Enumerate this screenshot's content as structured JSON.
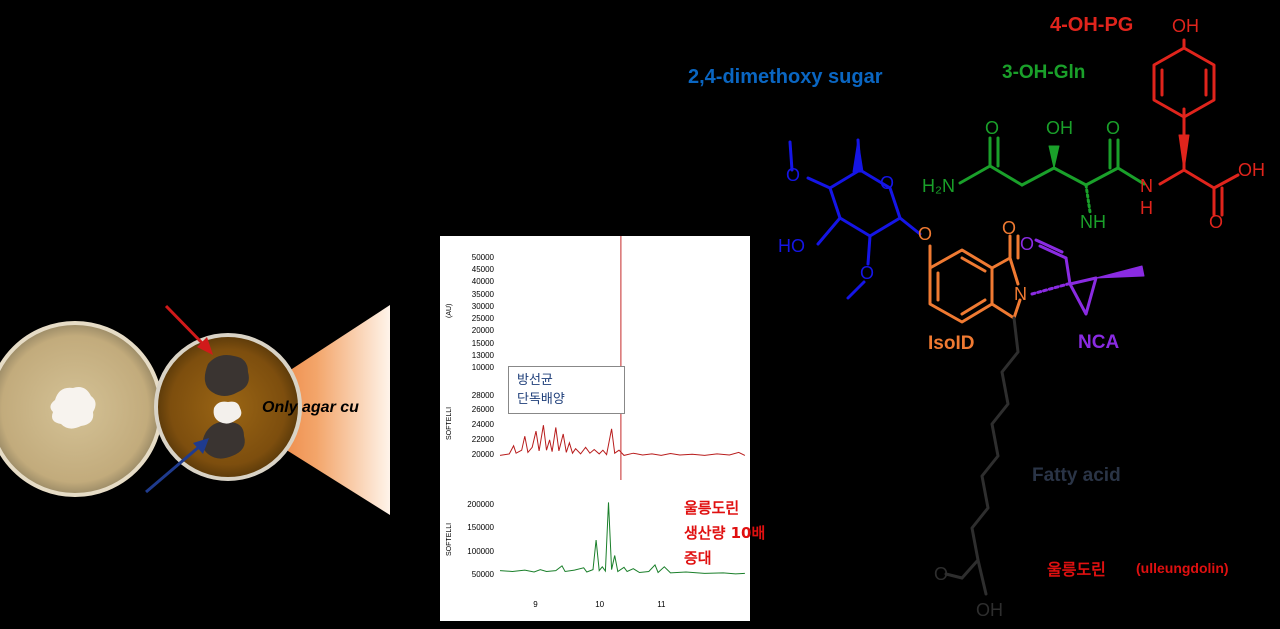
{
  "photo": {
    "caption": "Only agar cu",
    "colors": {
      "agar": "#c9b48a",
      "amber_agar": "#8a5a12",
      "fungus": "#3a3431",
      "bacteria": "#f3f0ec",
      "red_arrow": "#d11a1a",
      "blue_arrow": "#1f3b8e",
      "wedge": "#f08a3a"
    }
  },
  "chromatogram": {
    "box_text": [
      "방선균",
      "단독배양"
    ],
    "annotation": [
      "울릉도린",
      "생산량 10배",
      "증대"
    ],
    "y_unit_top": "(AU)",
    "y_unit_bottom": "SOFTELLI",
    "colors": {
      "trace_top": "#b81c1c",
      "trace_bottom": "#1a7f2a",
      "marker": "#c62828",
      "annotation": "#e01010"
    }
  },
  "chart_data": [
    {
      "type": "line",
      "panel": "top",
      "y_ticks": [
        10000,
        13000,
        15000,
        20000,
        25000,
        30000,
        35000,
        40000,
        45000,
        50000
      ],
      "series": []
    },
    {
      "type": "line",
      "panel": "middle",
      "y_ticks": [
        20000,
        22000,
        24000,
        26000,
        28000
      ],
      "xlim": [
        8.4,
        12.4
      ],
      "ylim": [
        19000,
        28500
      ],
      "marker_x": 10.35,
      "series": [
        {
          "values": [
            [
              8.4,
              19900
            ],
            [
              8.55,
              20100
            ],
            [
              8.62,
              21200
            ],
            [
              8.66,
              20200
            ],
            [
              8.75,
              20600
            ],
            [
              8.8,
              22500
            ],
            [
              8.85,
              20300
            ],
            [
              8.92,
              21000
            ],
            [
              8.98,
              23200
            ],
            [
              9.03,
              20500
            ],
            [
              9.1,
              24000
            ],
            [
              9.15,
              20600
            ],
            [
              9.2,
              22000
            ],
            [
              9.24,
              20400
            ],
            [
              9.3,
              23700
            ],
            [
              9.35,
              20500
            ],
            [
              9.42,
              22800
            ],
            [
              9.47,
              20300
            ],
            [
              9.52,
              21600
            ],
            [
              9.57,
              20200
            ],
            [
              9.62,
              20800
            ],
            [
              9.7,
              20100
            ],
            [
              9.78,
              21000
            ],
            [
              9.85,
              20200
            ],
            [
              9.92,
              20700
            ],
            [
              10.0,
              20100
            ],
            [
              10.06,
              20600
            ],
            [
              10.12,
              20000
            ],
            [
              10.2,
              23500
            ],
            [
              10.25,
              20200
            ],
            [
              10.32,
              20600
            ],
            [
              10.4,
              19900
            ],
            [
              10.55,
              20200
            ],
            [
              10.7,
              19950
            ],
            [
              10.85,
              20100
            ],
            [
              11.0,
              19900
            ],
            [
              11.15,
              20150
            ],
            [
              11.3,
              19950
            ],
            [
              11.5,
              20050
            ],
            [
              11.7,
              19900
            ],
            [
              11.9,
              20100
            ],
            [
              12.1,
              19950
            ],
            [
              12.25,
              20300
            ],
            [
              12.35,
              19900
            ]
          ]
        }
      ]
    },
    {
      "type": "line",
      "panel": "bottom",
      "y_ticks": [
        50000,
        100000,
        150000,
        200000
      ],
      "x_ticks": [
        "9",
        "10",
        "11"
      ],
      "xlim": [
        8.4,
        12.4
      ],
      "ylim": [
        40000,
        210000
      ],
      "series": [
        {
          "values": [
            [
              8.4,
              60000
            ],
            [
              8.6,
              58000
            ],
            [
              8.8,
              61000
            ],
            [
              8.95,
              57000
            ],
            [
              9.05,
              62000
            ],
            [
              9.15,
              58000
            ],
            [
              9.3,
              60000
            ],
            [
              9.4,
              70000
            ],
            [
              9.45,
              58000
            ],
            [
              9.6,
              61000
            ],
            [
              9.75,
              66000
            ],
            [
              9.8,
              57000
            ],
            [
              9.9,
              62000
            ],
            [
              9.95,
              125000
            ],
            [
              10.0,
              60000
            ],
            [
              10.05,
              68000
            ],
            [
              10.1,
              59000
            ],
            [
              10.15,
              205000
            ],
            [
              10.2,
              62000
            ],
            [
              10.25,
              92000
            ],
            [
              10.3,
              58000
            ],
            [
              10.4,
              67000
            ],
            [
              10.45,
              58000
            ],
            [
              10.55,
              64000
            ],
            [
              10.65,
              56000
            ],
            [
              10.8,
              58000
            ],
            [
              10.9,
              72000
            ],
            [
              10.95,
              56000
            ],
            [
              11.05,
              68000
            ],
            [
              11.15,
              55000
            ],
            [
              11.4,
              57000
            ],
            [
              11.7,
              54000
            ],
            [
              12.0,
              55000
            ],
            [
              12.2,
              53000
            ],
            [
              12.35,
              54000
            ]
          ]
        }
      ]
    }
  ],
  "structure": {
    "labels": {
      "pg": "4-OH-PG",
      "sugar": "2,4-dimethoxy sugar",
      "gln": "3-OH-Gln",
      "isoid": "IsoID",
      "nca": "NCA",
      "fatty": "Fatty acid",
      "name_ko": "울릉도린",
      "name_en": "(ulleungdolin)"
    },
    "atoms": {
      "oh_top": "OH",
      "cooh_oh": "OH",
      "h2n": "H₂N",
      "nh": "NH",
      "n": "N",
      "h": "H",
      "oh_mid": "OH",
      "ho": "HO",
      "oh_bottom": "OH"
    },
    "colors": {
      "red": "#e0241c",
      "blue": "#1515e6",
      "green": "#1aa02a",
      "orange": "#f07a32",
      "purple": "#8a2be2",
      "gray": "#2e2e2e",
      "sugar_label": "#0a66c2",
      "navy": "#2a3446"
    }
  }
}
